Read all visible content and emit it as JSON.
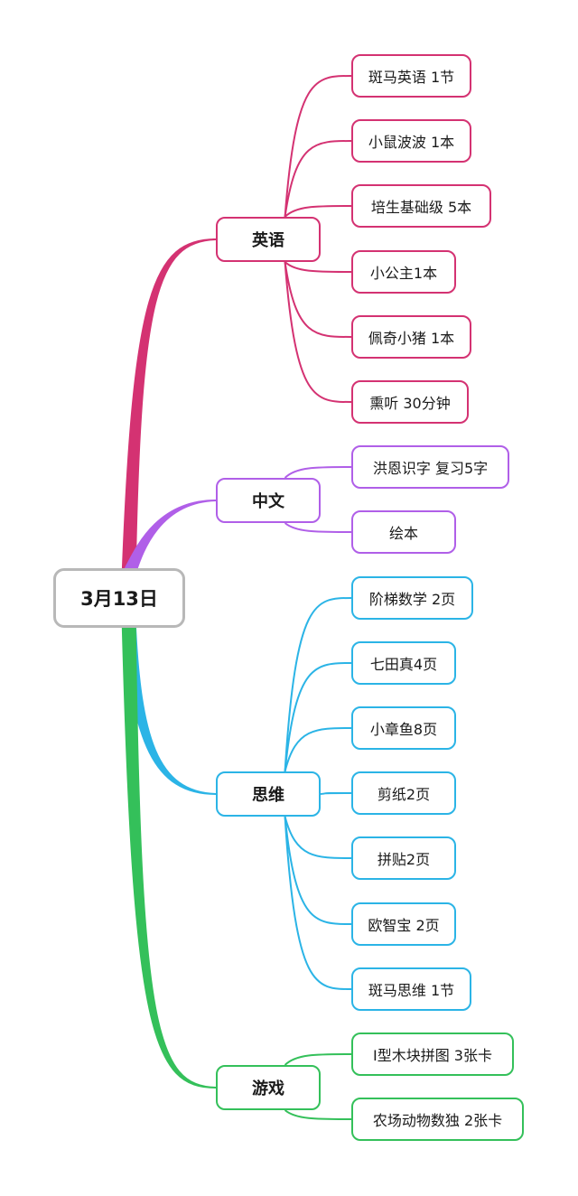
{
  "root": {
    "label": "3月13日"
  },
  "colors": {
    "english": "#d43272",
    "chinese": "#b05fe8",
    "thinking": "#2bb4e6",
    "game": "#34c05a",
    "root_border": "#b8b8b8"
  },
  "branches": [
    {
      "key": "english",
      "label": "英语",
      "children": [
        "斑马英语 1节",
        "小鼠波波 1本",
        "培生基础级 5本",
        "小公主1本",
        "佩奇小猪 1本",
        "熏听 30分钟"
      ]
    },
    {
      "key": "chinese",
      "label": "中文",
      "children": [
        "洪恩识字 复习5字",
        "绘本"
      ]
    },
    {
      "key": "thinking",
      "label": "思维",
      "children": [
        "阶梯数学 2页",
        "七田真4页",
        "小章鱼8页",
        "剪纸2页",
        "拼贴2页",
        "欧智宝 2页",
        "斑马思维 1节"
      ]
    },
    {
      "key": "game",
      "label": "游戏",
      "children": [
        "I型木块拼图 3张卡",
        "农场动物数独 2张卡"
      ]
    }
  ]
}
